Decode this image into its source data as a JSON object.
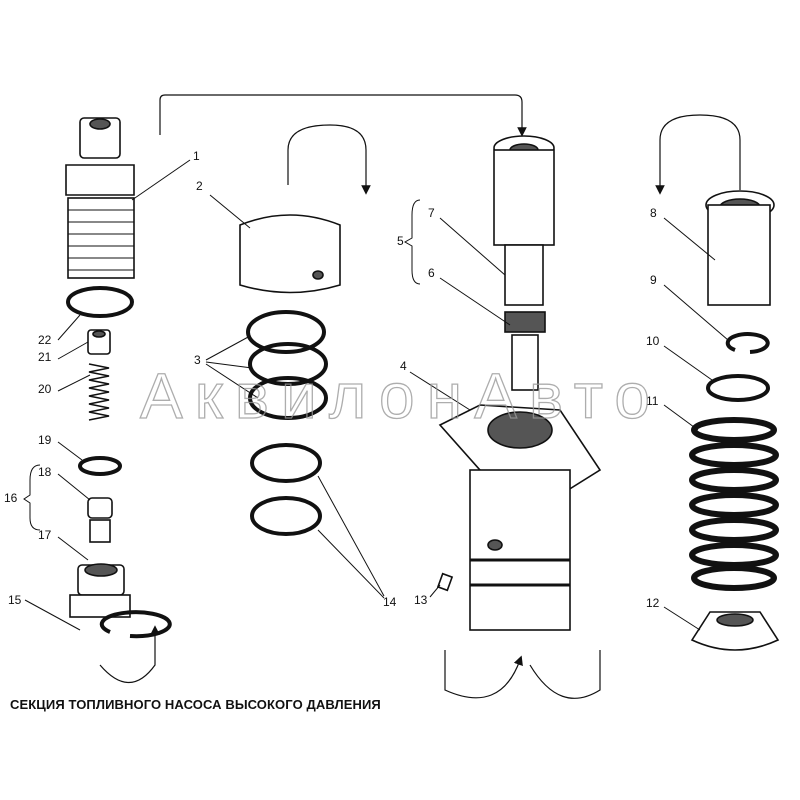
{
  "caption": "СЕКЦИЯ ТОПЛИВНОГО НАСОСА ВЫСОКОГО ДАВЛЕНИЯ",
  "watermark": "АквилонАвто",
  "callouts": [
    "1",
    "2",
    "3",
    "4",
    "5",
    "6",
    "7",
    "8",
    "9",
    "10",
    "11",
    "12",
    "13",
    "14",
    "15",
    "16",
    "17",
    "18",
    "19",
    "20",
    "21",
    "22"
  ]
}
